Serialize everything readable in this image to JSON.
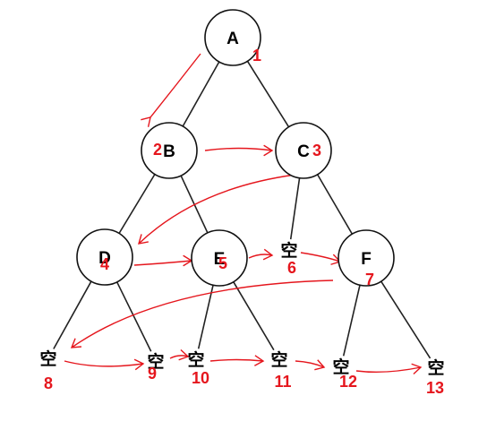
{
  "diagram": {
    "nodes": [
      {
        "id": "A",
        "label": "A",
        "order": "1",
        "kind": "node"
      },
      {
        "id": "B",
        "label": "B",
        "order": "2",
        "kind": "node"
      },
      {
        "id": "C",
        "label": "C",
        "order": "3",
        "kind": "node"
      },
      {
        "id": "D",
        "label": "D",
        "order": "4",
        "kind": "node"
      },
      {
        "id": "E",
        "label": "E",
        "order": "5",
        "kind": "node"
      },
      {
        "id": "N6",
        "label": "空",
        "order": "6",
        "kind": "empty"
      },
      {
        "id": "F",
        "label": "F",
        "order": "7",
        "kind": "node"
      },
      {
        "id": "N8",
        "label": "空",
        "order": "8",
        "kind": "empty"
      },
      {
        "id": "N9",
        "label": "空",
        "order": "9",
        "kind": "empty"
      },
      {
        "id": "N10",
        "label": "空",
        "order": "10",
        "kind": "empty"
      },
      {
        "id": "N11",
        "label": "空",
        "order": "11",
        "kind": "empty"
      },
      {
        "id": "N12",
        "label": "空",
        "order": "12",
        "kind": "empty"
      },
      {
        "id": "N13",
        "label": "空",
        "order": "13",
        "kind": "empty"
      }
    ],
    "edges": [
      [
        "A",
        "B"
      ],
      [
        "A",
        "C"
      ],
      [
        "B",
        "D"
      ],
      [
        "B",
        "E"
      ],
      [
        "C",
        "N6"
      ],
      [
        "C",
        "F"
      ],
      [
        "D",
        "N8"
      ],
      [
        "D",
        "N9"
      ],
      [
        "E",
        "N10"
      ],
      [
        "E",
        "N11"
      ],
      [
        "F",
        "N12"
      ],
      [
        "F",
        "N13"
      ]
    ],
    "traversal": [
      "A",
      "B",
      "C",
      "D",
      "E",
      "N6",
      "F",
      "N8",
      "N9",
      "N10",
      "N11",
      "N12",
      "N13"
    ],
    "colors": {
      "node_stroke": "#111111",
      "edge": "#222222",
      "annotation": "#e5161d"
    }
  }
}
